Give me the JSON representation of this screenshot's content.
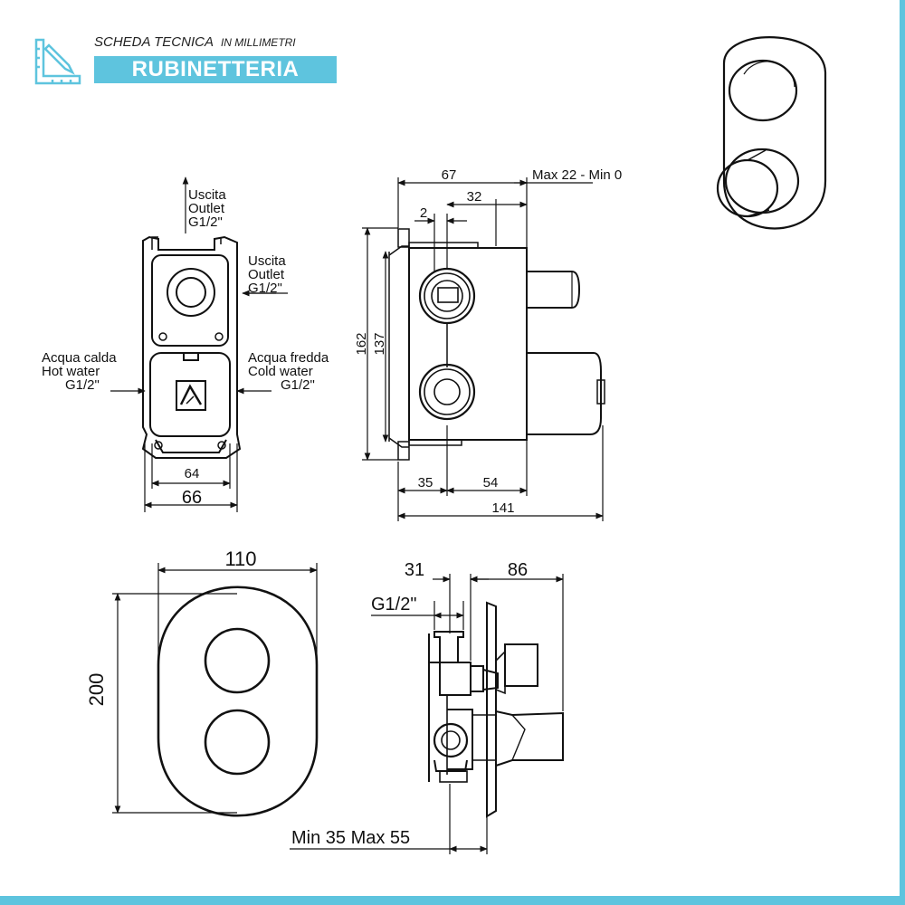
{
  "colors": {
    "accent": "#5ec4de",
    "line": "#111111"
  },
  "header": {
    "title": "SCHEDA TECNICA",
    "subtitle": "IN MILLIMETRI",
    "category": "RUBINETTERIA",
    "icon": "ruler-pencil-icon"
  },
  "labels": {
    "outlet_top": [
      "Uscita",
      "Outlet",
      "G1/2\""
    ],
    "outlet_side": [
      "Uscita",
      "Outlet",
      "G1/2\""
    ],
    "hot": [
      "Acqua calda",
      "Hot water",
      "G1/2\""
    ],
    "cold": [
      "Acqua fredda",
      "Cold water",
      "G1/2\""
    ]
  },
  "dims": {
    "box_w_inner": "64",
    "box_w_outer": "66",
    "side_67": "67",
    "side_32": "32",
    "side_2": "2",
    "side_max_min": "Max 22 - Min 0",
    "side_162": "162",
    "side_137": "137",
    "side_35": "35",
    "side_54": "54",
    "side_141": "141",
    "plate_w": "110",
    "plate_h": "200",
    "prof_31": "31",
    "prof_86": "86",
    "prof_g12": "G1/2\"",
    "prof_minmax": "Min 35 Max 55"
  }
}
